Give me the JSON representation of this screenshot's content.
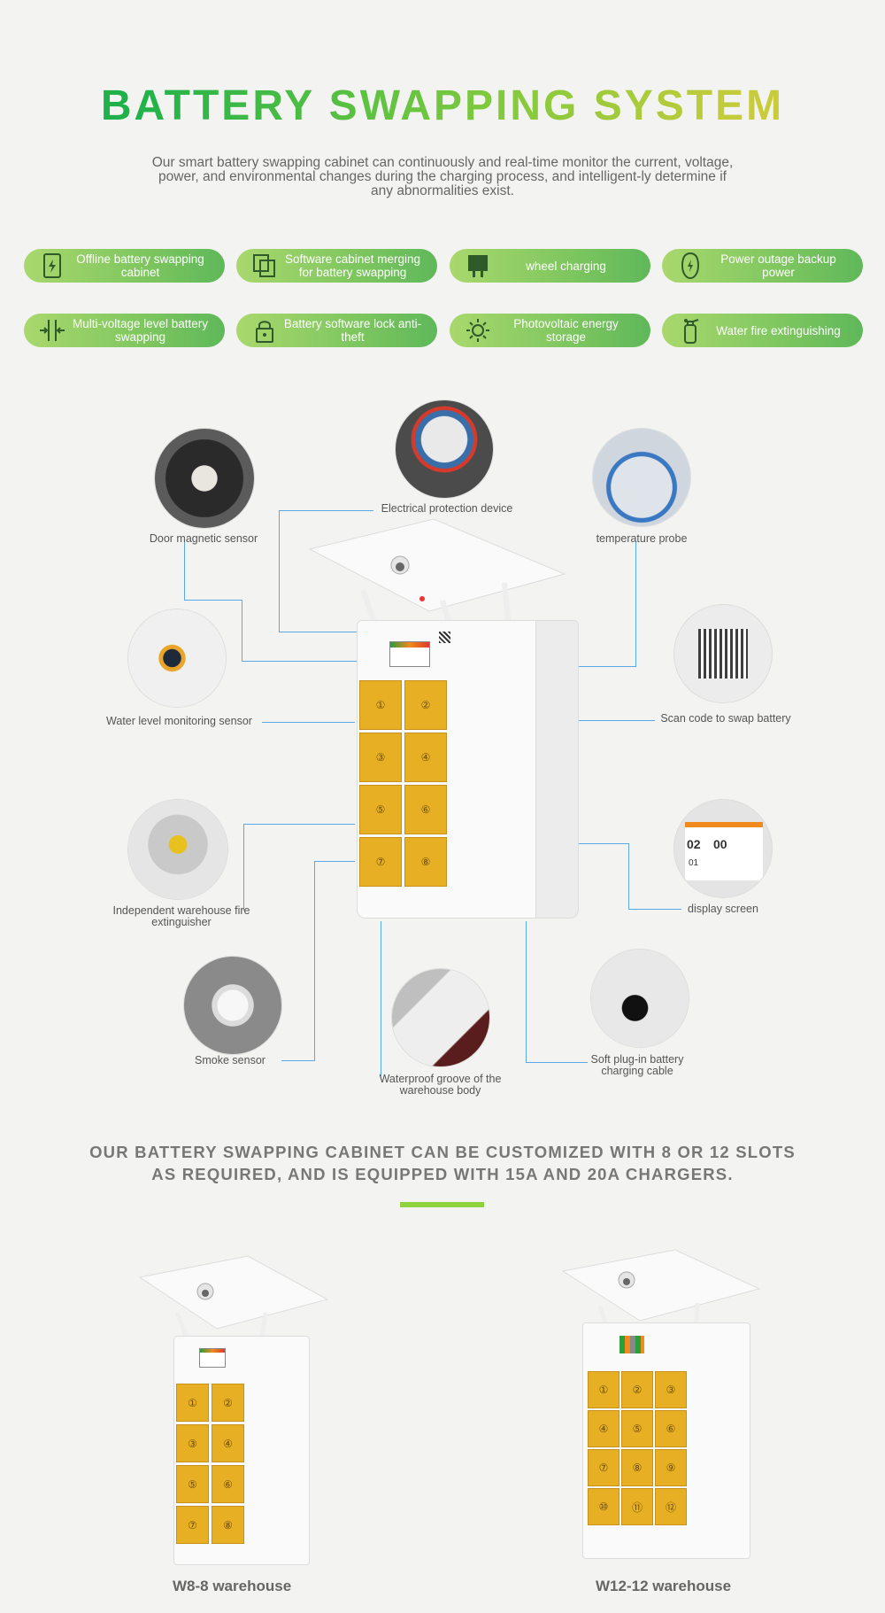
{
  "header": {
    "title": "BATTERY SWAPPING SYSTEM",
    "intro": "Our smart battery swapping cabinet can continuously and real-time monitor the current, voltage, power, and environmental changes during the charging process, and intelligent-ly determine if any abnormalities exist."
  },
  "features": [
    {
      "label": "Offline battery swapping cabinet",
      "icon": "battery-icon"
    },
    {
      "label": "Software cabinet merging for battery swapping",
      "icon": "merge-icon"
    },
    {
      "label": "wheel charging",
      "icon": "charger-icon"
    },
    {
      "label": "Power outage backup power",
      "icon": "backup-power-icon"
    },
    {
      "label": "Multi-voltage level battery swapping",
      "icon": "voltage-icon"
    },
    {
      "label": "Battery software lock anti-theft",
      "icon": "lock-icon"
    },
    {
      "label": "Photovoltaic energy storage",
      "icon": "sun-icon"
    },
    {
      "label": "Water fire extinguishing",
      "icon": "extinguisher-icon"
    }
  ],
  "components": {
    "electrical": "Electrical protection device",
    "door_sensor": "Door magnetic sensor",
    "temperature": "temperature probe",
    "water_level": "Water level monitoring sensor",
    "scan_code": "Scan code to swap battery",
    "fire_ext": "Independent warehouse fire extinguisher",
    "display": "display screen",
    "smoke": "Smoke sensor",
    "waterproof": "Waterproof groove of the warehouse body",
    "cable": "Soft plug-in battery charging cable"
  },
  "slot_labels_8": [
    "①",
    "②",
    "③",
    "④",
    "⑤",
    "⑥",
    "⑦",
    "⑧"
  ],
  "slot_labels_12": [
    "①",
    "②",
    "③",
    "④",
    "⑤",
    "⑥",
    "⑦",
    "⑧",
    "⑨",
    "⑩",
    "⑪",
    "⑫"
  ],
  "screen_digits": [
    "02",
    "00",
    "01"
  ],
  "customize": {
    "line1": "OUR BATTERY SWAPPING CABINET CAN BE CUSTOMIZED WITH 8 OR 12 SLOTS",
    "line2": "AS REQUIRED, AND IS EQUIPPED WITH 15A AND 20A CHARGERS."
  },
  "models": [
    {
      "caption": "W8-8 warehouse"
    },
    {
      "caption": "W12-12 warehouse"
    }
  ],
  "colors": {
    "accent_green": "#7ec65f",
    "door_yellow": "#e7b024",
    "leader_line": "#5aa9e6"
  }
}
